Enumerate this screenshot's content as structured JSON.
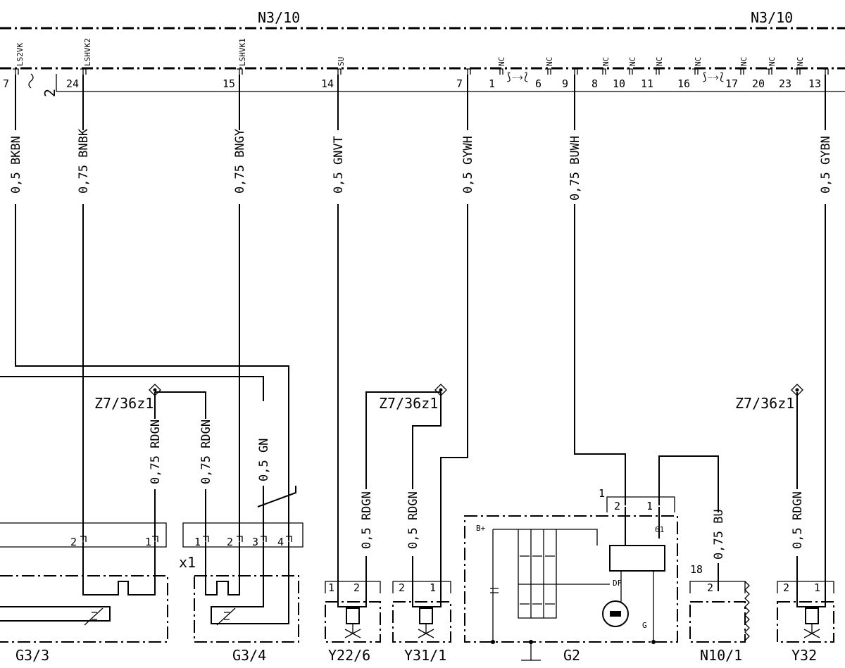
{
  "module": {
    "top_left": "N3/10",
    "top_right": "N3/10",
    "connector_no": "2"
  },
  "bus_signals": [
    {
      "name": "LS2VK",
      "pin": "7"
    },
    {
      "name": "LSHVK2",
      "pin": "24"
    },
    {
      "name": "LSHVK1",
      "pin": "15"
    },
    {
      "name": "SU",
      "pin": "14"
    },
    {
      "name": "NC",
      "pin": "7"
    },
    {
      "name": "NC",
      "pin": "9"
    },
    {
      "name": "NC",
      "pin": "8"
    },
    {
      "name": "NC",
      "pin": "10"
    },
    {
      "name": "NC",
      "pin": "11"
    },
    {
      "name": "NC",
      "pin": "16"
    },
    {
      "name": "NC",
      "pin": "17"
    },
    {
      "name": "NC",
      "pin": "20"
    },
    {
      "name": "NC",
      "pin": "23"
    },
    {
      "name": "",
      "pin": "13"
    },
    {
      "name": "",
      "pin": "1"
    },
    {
      "name": "",
      "pin": "6"
    }
  ],
  "wires": [
    "0,5 BKBN",
    "0,75 BNBK",
    "0,75 BNGY",
    "0,5 GNVT",
    "0,5 GYWH",
    "0,75 BUWH",
    "0,5 GYBN"
  ],
  "ground_refs": [
    "Z7/36z1",
    "Z7/36z1",
    "Z7/36z1"
  ],
  "lower_wires": [
    "0,75 RDGN",
    "0,75 RDGN",
    "0,5 GN",
    "0,5 RDGN",
    "0,5 RDGN",
    "0,75 BU",
    "0,5 RDGN"
  ],
  "components": [
    "G3/3",
    "G3/4",
    "Y22/6",
    "Y31/1",
    "G2",
    "N10/1",
    "Y32"
  ],
  "connector_labels": {
    "x1": "x1",
    "g2_pin": "1",
    "n10_pin": "18",
    "b_plus": "B+",
    "terminal_61": "61",
    "df": "DF",
    "g": "G"
  },
  "pins": {
    "g33": [
      "2",
      "1"
    ],
    "g34": [
      "1",
      "2",
      "3",
      "4"
    ],
    "y226": [
      "1",
      "2"
    ],
    "y311": [
      "2",
      "1"
    ],
    "g2": [
      "2",
      "1"
    ],
    "n101": [
      "2"
    ],
    "y32": [
      "2",
      "1"
    ]
  }
}
